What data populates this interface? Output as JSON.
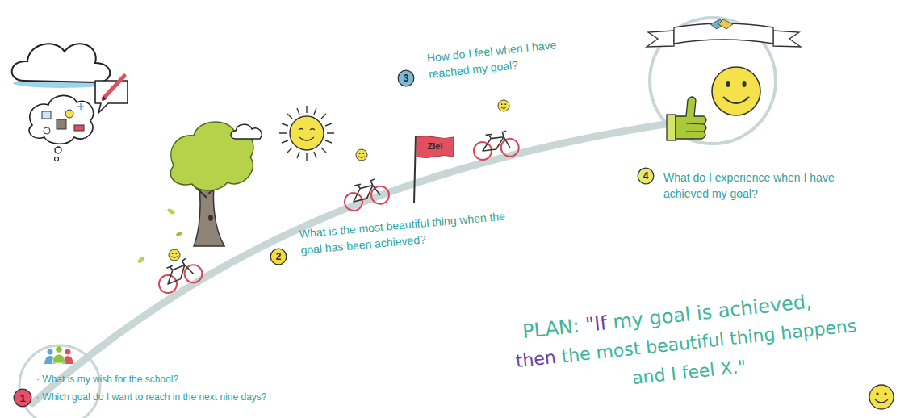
{
  "diagram": {
    "nodes": [
      {
        "text": [
          "1"
        ]
      },
      {
        "text": [
          "2"
        ]
      },
      {
        "text": [
          "Ziel"
        ]
      },
      {
        "text": [
          "3"
        ]
      },
      {
        "text": [
          "4"
        ]
      }
    ],
    "labels": [
      "· What is my wish for the school?",
      "· Which goal do I want to reach in the next nine days?",
      "What is the most beautiful thing when the goal has been achieved?",
      "How do I feel when I have reached my goal?",
      "What do I experience when I have achieved my goal?",
      "PLAN:",
      "\"If",
      "my goal is achieved,",
      "then",
      "the most beautiful thing happens",
      "and I feel X.\""
    ]
  }
}
